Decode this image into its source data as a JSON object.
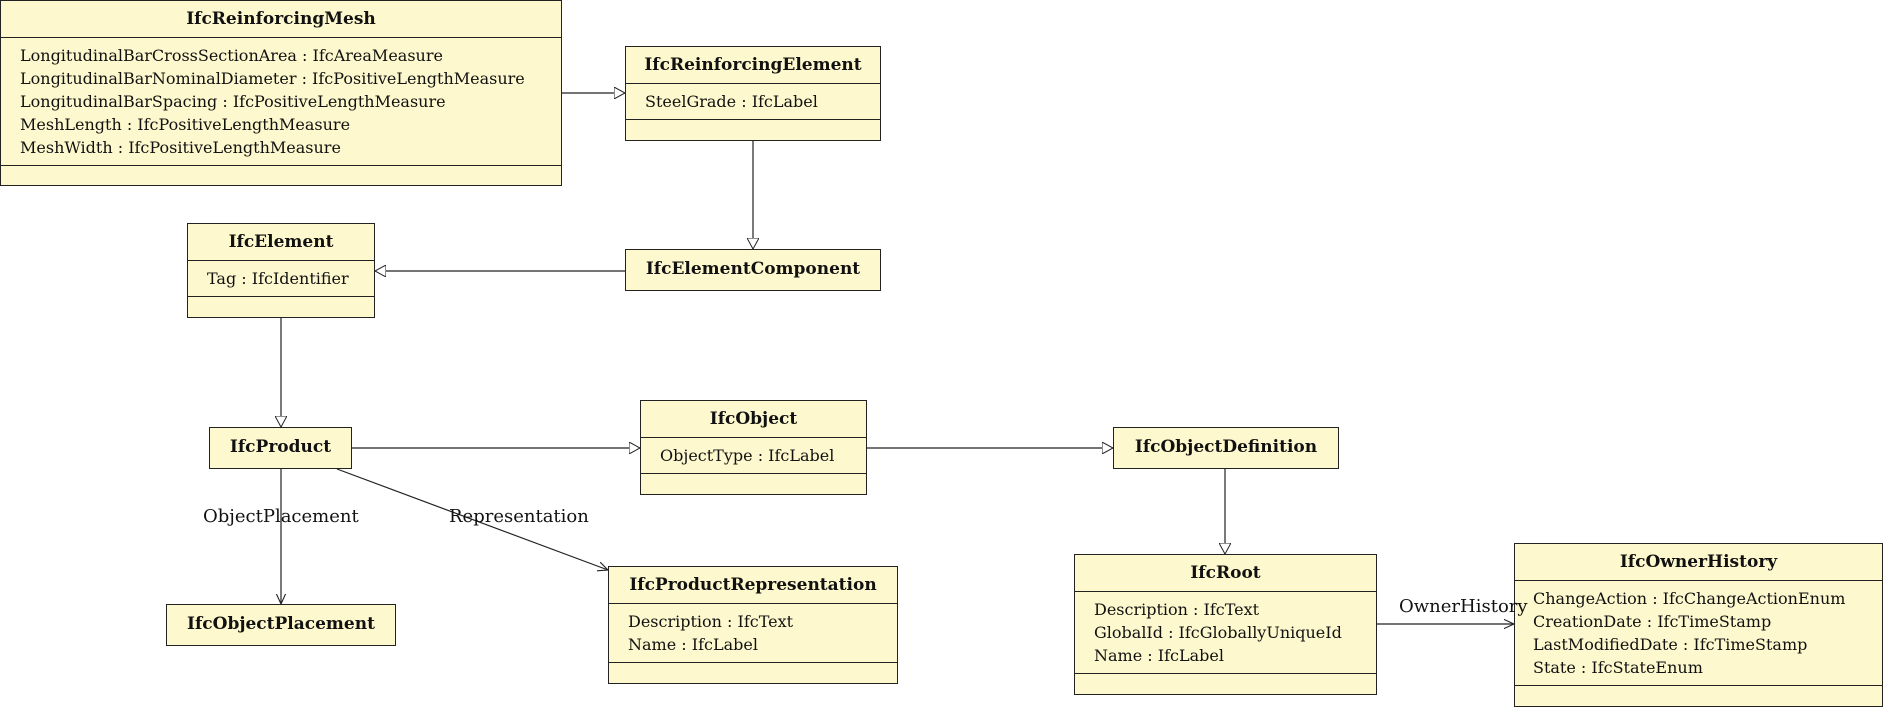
{
  "classes": {
    "reinforcing_mesh": {
      "name": "IfcReinforcingMesh",
      "attributes": [
        "LongitudinalBarCrossSectionArea : IfcAreaMeasure",
        "LongitudinalBarNominalDiameter : IfcPositiveLengthMeasure",
        "LongitudinalBarSpacing : IfcPositiveLengthMeasure",
        "MeshLength : IfcPositiveLengthMeasure",
        "MeshWidth : IfcPositiveLengthMeasure"
      ]
    },
    "reinforcing_element": {
      "name": "IfcReinforcingElement",
      "attributes": [
        "SteelGrade : IfcLabel"
      ]
    },
    "element": {
      "name": "IfcElement",
      "attributes": [
        "Tag : IfcIdentifier"
      ]
    },
    "element_component": {
      "name": "IfcElementComponent"
    },
    "product": {
      "name": "IfcProduct"
    },
    "object": {
      "name": "IfcObject",
      "attributes": [
        "ObjectType : IfcLabel"
      ]
    },
    "object_definition": {
      "name": "IfcObjectDefinition"
    },
    "object_placement": {
      "name": "IfcObjectPlacement"
    },
    "product_representation": {
      "name": "IfcProductRepresentation",
      "attributes": [
        "Description : IfcText",
        "Name : IfcLabel"
      ]
    },
    "root": {
      "name": "IfcRoot",
      "attributes": [
        "Description : IfcText",
        "GlobalId : IfcGloballyUniqueId",
        "Name : IfcLabel"
      ]
    },
    "owner_history": {
      "name": "IfcOwnerHistory",
      "attributes": [
        "ChangeAction : IfcChangeActionEnum",
        "CreationDate : IfcTimeStamp",
        "LastModifiedDate : IfcTimeStamp",
        "State : IfcStateEnum"
      ]
    }
  },
  "associations": {
    "object_placement": "ObjectPlacement",
    "representation": "Representation",
    "owner_history": "OwnerHistory"
  },
  "colors": {
    "class_fill": "#fdf8cd",
    "line": "#222222"
  }
}
